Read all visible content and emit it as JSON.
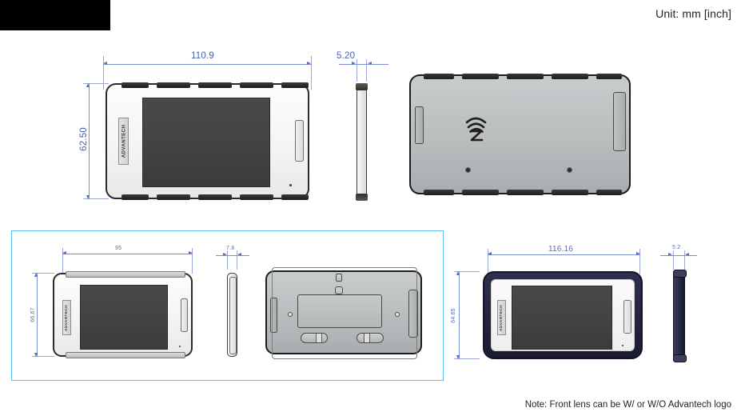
{
  "header": {
    "unit_label": "Unit: mm [inch]",
    "black_bar": "logo-block"
  },
  "footer": {
    "note": "Note: Front lens can be W/ or W/O Advantech logo"
  },
  "brand": {
    "logo_text": "ADVANTECH"
  },
  "views": {
    "top_front": {
      "name": "front-view",
      "width_dim": "110.9",
      "height_dim": "62.50"
    },
    "top_side": {
      "name": "side-view",
      "thickness_dim": "5.20"
    },
    "top_back": {
      "name": "back-view",
      "icon": "nfc-wireless-icon"
    },
    "panel_front": {
      "name": "variant-front-view",
      "width_dim": "95",
      "height_dim": "66.67"
    },
    "panel_side": {
      "name": "variant-side-view",
      "thickness_dim": "7.8"
    },
    "panel_back": {
      "name": "variant-back-bracket-view"
    },
    "bumper_front": {
      "name": "bumper-front-view",
      "width_dim": "116.16",
      "height_dim": "64.65"
    },
    "bumper_side": {
      "name": "bumper-side-view",
      "thickness_dim": "5.2"
    }
  },
  "colors": {
    "dimension_blue": "#5b6fb0",
    "panel_border": "#5bc0f0",
    "bumper_navy": "#24253f",
    "body_gray": "#b9bdbe",
    "screen_dark": "#424242"
  }
}
